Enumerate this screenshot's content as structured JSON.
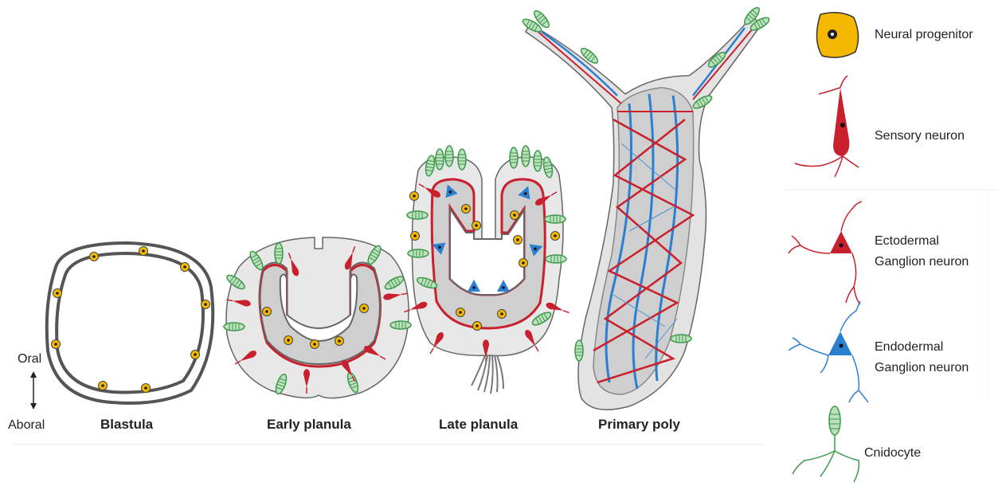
{
  "axis": {
    "oral": "Oral",
    "aboral": "Aboral"
  },
  "stages": [
    {
      "id": "blastula",
      "label": "Blastula"
    },
    {
      "id": "early-planula",
      "label": "Early planula"
    },
    {
      "id": "late-planula",
      "label": "Late planula"
    },
    {
      "id": "primary-polyp",
      "label": "Primary poly"
    }
  ],
  "legend": [
    {
      "id": "neural-progenitor",
      "line1": "Neural progenitor",
      "line2": ""
    },
    {
      "id": "sensory-neuron",
      "line1": "Sensory neuron",
      "line2": ""
    },
    {
      "id": "ectodermal-ganglion-neuron",
      "line1": "Ectodermal",
      "line2": "Ganglion neuron"
    },
    {
      "id": "endodermal-ganglion-neuron",
      "line1": "Endodermal",
      "line2": "Ganglion neuron"
    },
    {
      "id": "cnidocyte",
      "line1": "Cnidocyte",
      "line2": ""
    }
  ],
  "colors": {
    "progenitor": "#f5b800",
    "sensory": "#c8202c",
    "ecto_ganglion": "#c8202c",
    "endo_ganglion": "#2b7fd0",
    "cnidocyte": "#3a9a4a",
    "tissue_fill": "#e6e6e6",
    "endoderm_fill": "#cfcfcf",
    "outline": "#555555"
  }
}
